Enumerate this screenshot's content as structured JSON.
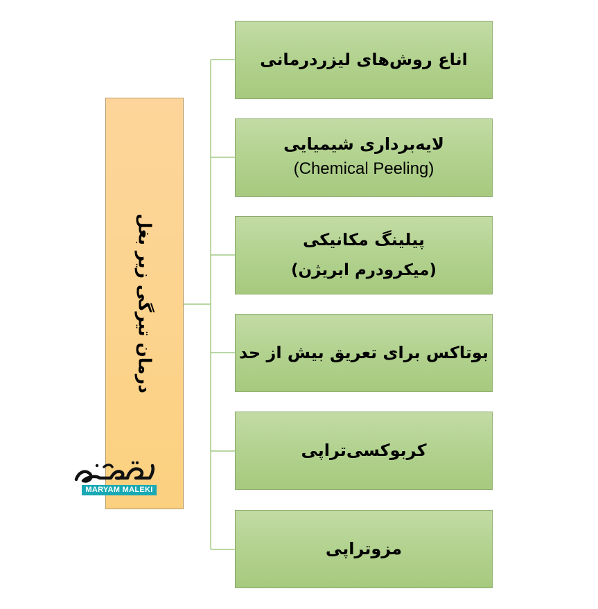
{
  "root": {
    "label": "درمان تیرگی زیر بغل"
  },
  "branches": [
    {
      "line1": "اناع روش‌های لیزردرمانی",
      "line2": ""
    },
    {
      "line1": "لایه‌برداری شیمیایی",
      "line2": "(Chemical Peeling)"
    },
    {
      "line1": "پیلینگ مکانیکی",
      "line2": "(میکرودرم ابریژن)"
    },
    {
      "line1": "بوتاکس برای تعریق بیش از حد",
      "line2": ""
    },
    {
      "line1": "کربوکسی‌تراپی",
      "line2": ""
    },
    {
      "line1": "مزوتراپی",
      "line2": ""
    }
  ],
  "logo": {
    "text": "MARYAM MALEKI",
    "accent_color": "#19a9b5"
  },
  "colors": {
    "root_fill": "#fcd48f",
    "branch_fill": "#b2d28f",
    "connector": "#8fbf6a"
  }
}
